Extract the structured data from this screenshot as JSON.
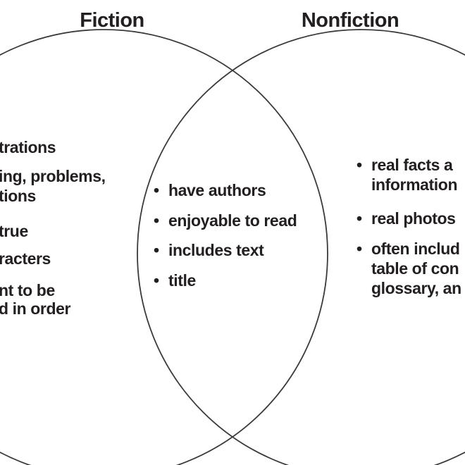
{
  "titles": {
    "left": "Fiction",
    "right": "Nonfiction"
  },
  "bullet_glyph": "•",
  "fiction_only": {
    "lines": [
      "trations",
      "ing, problems,",
      "tions",
      "true",
      "racters",
      "nt to be",
      "d in order"
    ]
  },
  "overlap": {
    "items": [
      "have authors",
      "enjoyable to read",
      "includes text",
      "title"
    ]
  },
  "nonfiction_only": {
    "lines": [
      {
        "text": "real facts a"
      },
      {
        "text": "information"
      },
      {
        "text": "real photos"
      },
      {
        "text": "often includ"
      },
      {
        "text": "table of con"
      },
      {
        "text": "glossary, an"
      }
    ]
  },
  "colors": {
    "background": "#ffffff",
    "text": "#231f20",
    "circle_stroke": "#3a3a3a"
  }
}
